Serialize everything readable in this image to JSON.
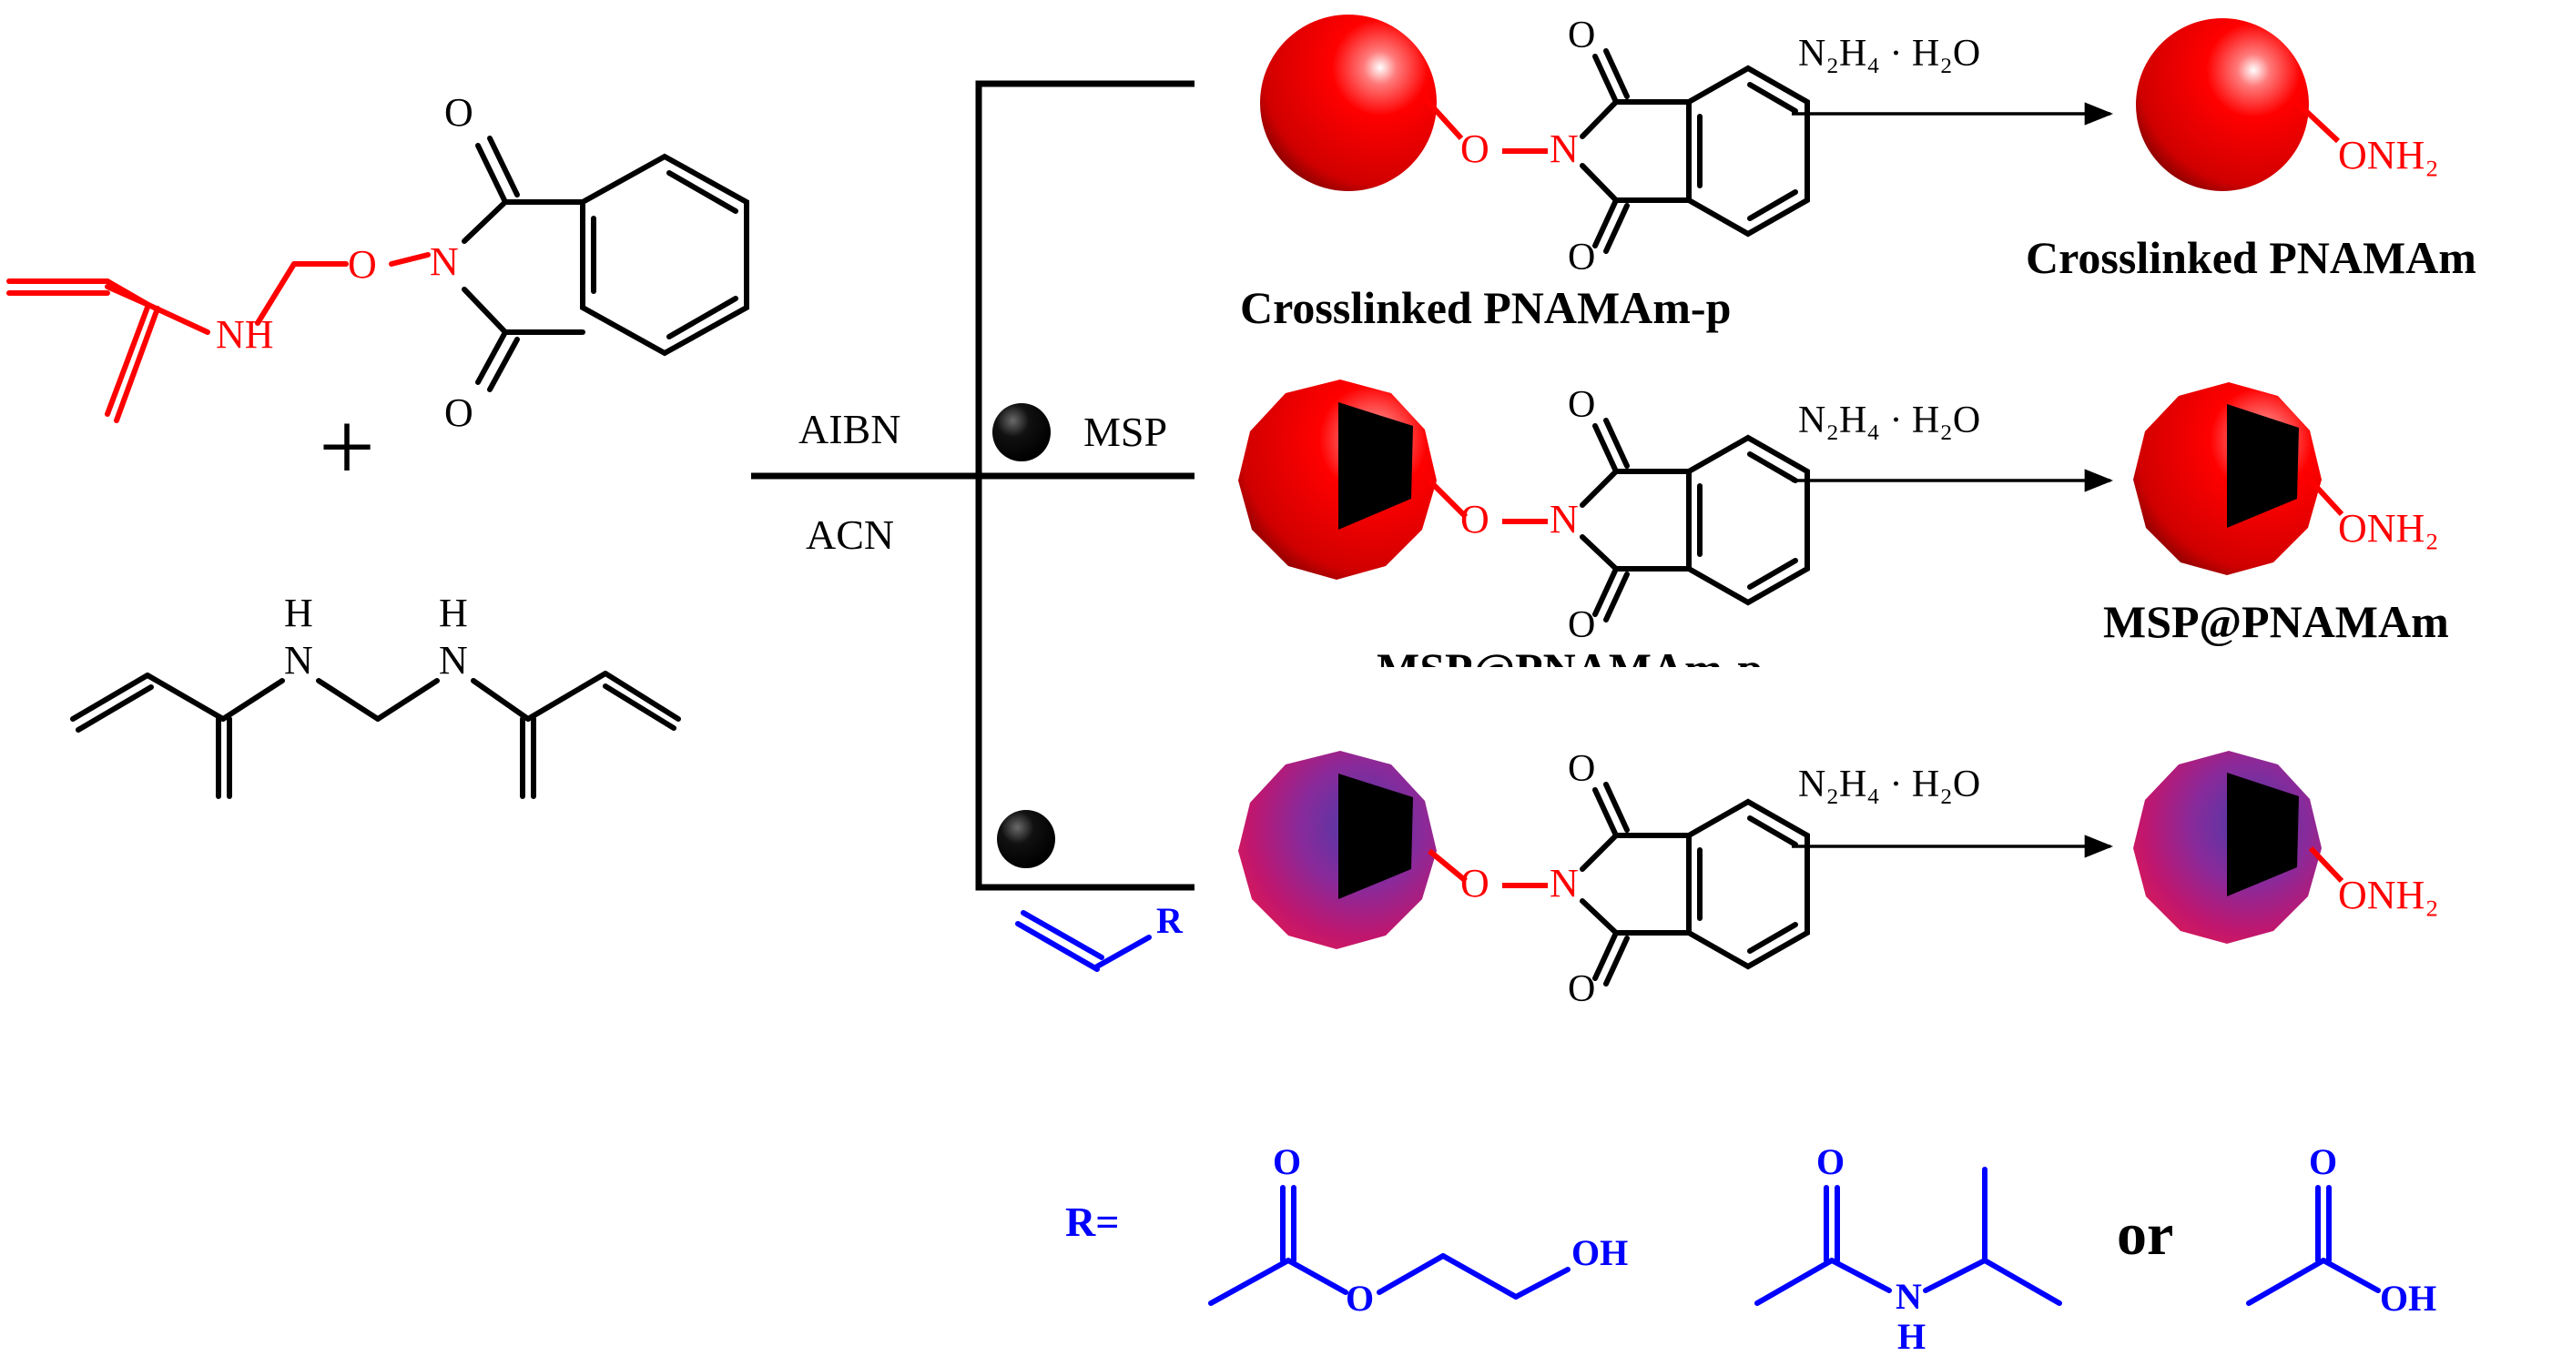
{
  "colors": {
    "monomer": "#ff0000",
    "crosslinker": "#000000",
    "comonomer": "#0000ff",
    "sphere_red": "#ff0000",
    "sphere_magenta": "#c0166e",
    "core": "#000000"
  },
  "reactants": {
    "monomer_label_o": "O",
    "monomer_label_n": "N",
    "monomer_label_nh": "NH",
    "monomer_label_o1": "O",
    "monomer_label_o2": "O",
    "plus": "+",
    "crosslinker_h1": "H",
    "crosslinker_n1": "N",
    "crosslinker_h2": "H",
    "crosslinker_n2": "N"
  },
  "conditions": {
    "initiator": "AIBN",
    "solvent": "ACN",
    "particle": "MSP",
    "comonomer_r": "R"
  },
  "rows": [
    {
      "o_link": "O",
      "n": "N",
      "o_top": "O",
      "o_bottom": "O",
      "reagent": "N₂H₄ · H₂O",
      "product_group": "ONH₂",
      "intermediate_label": "Crosslinked  PNAMAm-p",
      "product_label": "Crosslinked  PNAMAm"
    },
    {
      "o_link": "O",
      "n": "N",
      "o_top": "O",
      "o_bottom": "O",
      "reagent": "N₂H₄ · H₂O",
      "product_group": "ONH₂",
      "intermediate_label": "MSP@PNAMAm-p",
      "product_label": "MSP@PNAMAm"
    },
    {
      "o_link": "O",
      "n": "N",
      "o_top": "O",
      "o_bottom": "O",
      "reagent": "N₂H₄ · H₂O",
      "product_group": "ONH₂"
    }
  ],
  "r_groups": {
    "prefix": "R=",
    "g1_o_top": "O",
    "g1_o_ester": "O",
    "g1_oh": "OH",
    "g2_o": "O",
    "g2_n": "N",
    "g2_h": "H",
    "or": "or",
    "g3_o": "O",
    "g3_oh": "OH"
  }
}
